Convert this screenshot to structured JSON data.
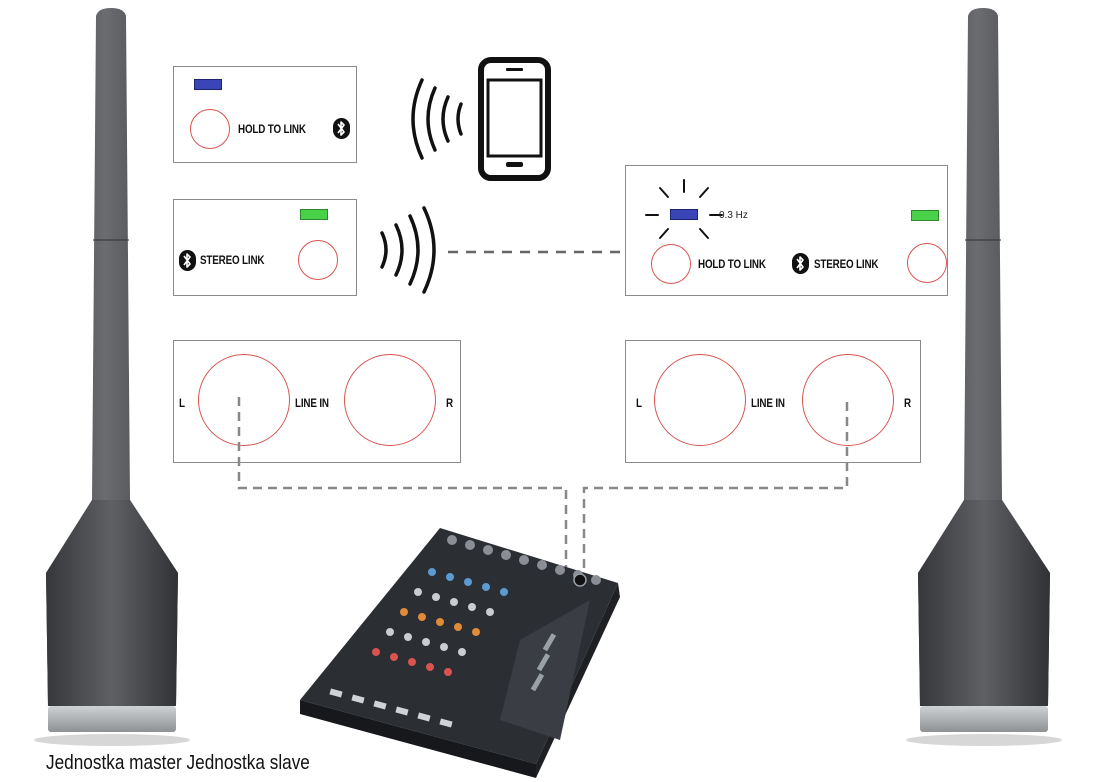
{
  "colors": {
    "led_blue": "#3a45b8",
    "led_green": "#49d14a",
    "ring_red": "#d9534f",
    "speaker_body": "#505256",
    "speaker_base": "#b9bcc0",
    "mixer_body": "#2b2e33"
  },
  "panels": {
    "top_left": {
      "hold_label": "HOLD TO LINK"
    },
    "mid_left": {
      "stereo_label": "STEREO LINK"
    },
    "mid_right": {
      "freq_label": "0.3 Hz",
      "hold_label": "HOLD TO LINK",
      "stereo_label": "STEREO LINK"
    },
    "line_left": {
      "left": "L",
      "center": "LINE IN",
      "right": "R"
    },
    "line_right": {
      "left": "L",
      "center": "LINE IN",
      "right": "R"
    }
  },
  "icons": [
    "bluetooth-icon",
    "smartphone-icon",
    "wireless-signal-icon",
    "blink-rays-icon",
    "audio-mixer-icon",
    "speaker-column-icon"
  ],
  "caption": "Jednostka master Jednostka slave"
}
